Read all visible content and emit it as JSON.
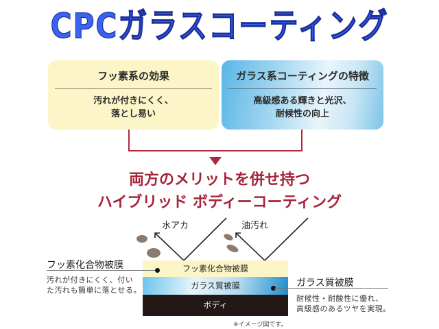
{
  "title": "CPCガラスコーティング",
  "boxes": {
    "left": {
      "heading": "フッ素系の効果",
      "line1": "汚れが付きにくく、",
      "line2": "落とし易い"
    },
    "right": {
      "heading": "ガラス系コーティングの特徴",
      "line1": "高級感ある輝きと光沢、",
      "line2": "耐候性の向上"
    }
  },
  "headline": {
    "line1": "両方のメリットを併せ持つ",
    "line2": "ハイブリッド ボディーコーティング"
  },
  "diagram": {
    "contaminants": {
      "water_spots": "水アカ",
      "oil_stains": "油汚れ"
    },
    "layers": {
      "fluoro": "フッ素化合物被膜",
      "glass": "ガラス質被膜",
      "body": "ボディ"
    },
    "callouts": {
      "left": {
        "title": "フッ素化合物被膜",
        "line1": "汚れが付きにくく、付い",
        "line2": "た汚れも簡単に落とせる。"
      },
      "right": {
        "title": "ガラス質被膜",
        "line1": "耐候性・耐酸性に優れ、",
        "line2": "高級感のあるツヤを実現。"
      }
    },
    "note": "※イメージ図です。"
  },
  "colors": {
    "title_blue": "#3a63f0",
    "accent_red": "#b0283d",
    "yellow_box": "#fcf5c7",
    "body_dark": "#231816"
  }
}
